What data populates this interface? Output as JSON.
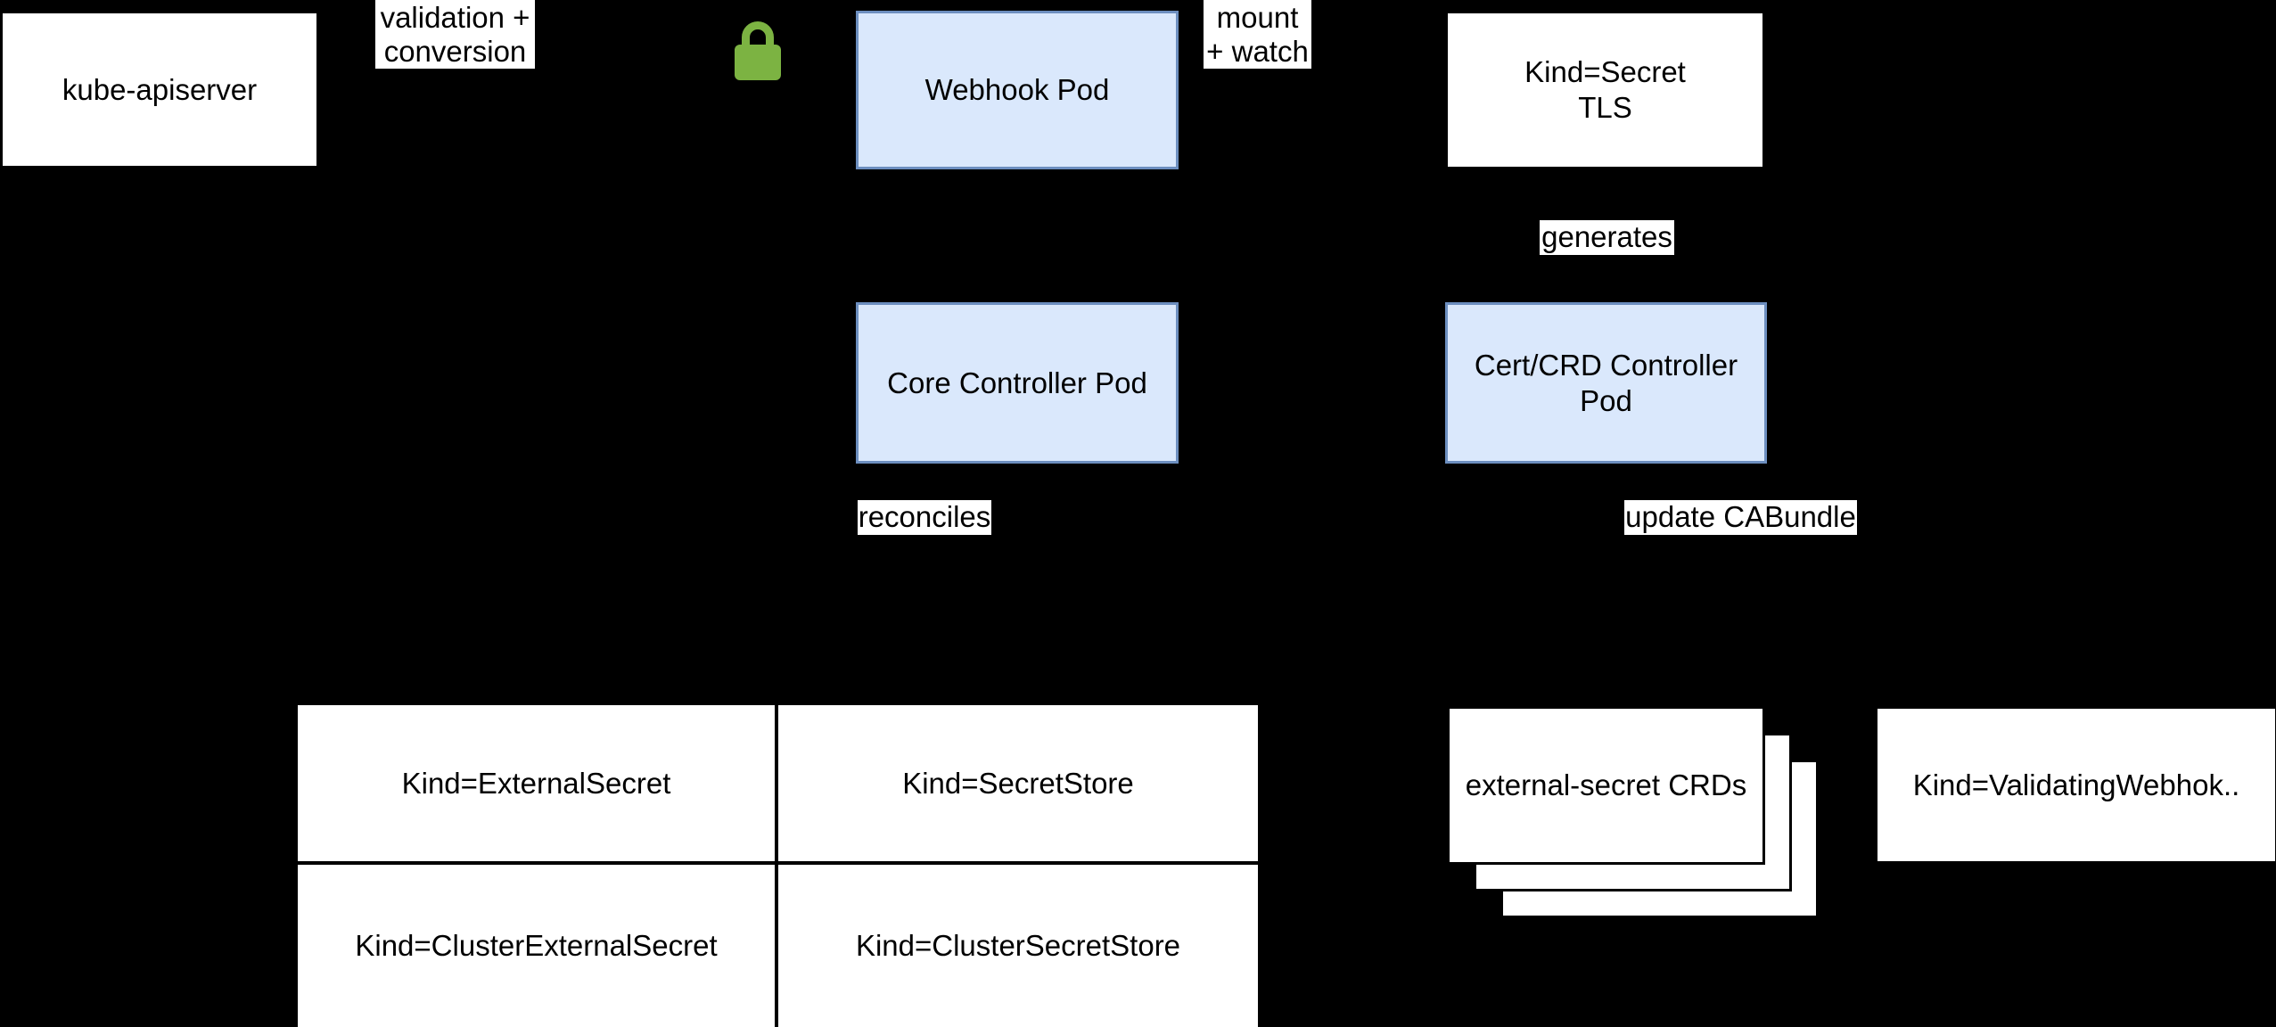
{
  "colors": {
    "background": "#000000",
    "node_fill_white": "#ffffff",
    "node_fill_blue": "#dae8fc",
    "node_border_blue": "#6c8ebf",
    "text": "#000000",
    "lock_green": "#7cb342"
  },
  "nodes": {
    "kube_apiserver": {
      "label": "kube-apiserver"
    },
    "webhook_pod": {
      "label": "Webhook Pod"
    },
    "secret_tls": {
      "line1": "Kind=Secret",
      "line2": "TLS"
    },
    "core_controller_pod": {
      "label": "Core Controller Pod"
    },
    "cert_crd_controller_pod": {
      "line1": "Cert/CRD Controller",
      "line2": "Pod"
    },
    "crd_stack": {
      "label": "external-secret CRDs"
    },
    "validating_webhook": {
      "label": "Kind=ValidatingWebhok.."
    }
  },
  "edge_labels": {
    "validation_conversion": {
      "line1": "validation +",
      "line2": "conversion"
    },
    "mount_watch": {
      "line1": "mount",
      "line2": "+ watch"
    },
    "generates": {
      "label": "generates"
    },
    "reconciles": {
      "label": "reconciles"
    },
    "update_cabundle": {
      "label": "update CABundle"
    }
  },
  "table": {
    "rows": [
      [
        "Kind=ExternalSecret",
        "Kind=SecretStore"
      ],
      [
        "Kind=ClusterExternalSecret",
        "Kind=ClusterSecretStore"
      ]
    ]
  },
  "icons": {
    "lock": "padlock"
  }
}
